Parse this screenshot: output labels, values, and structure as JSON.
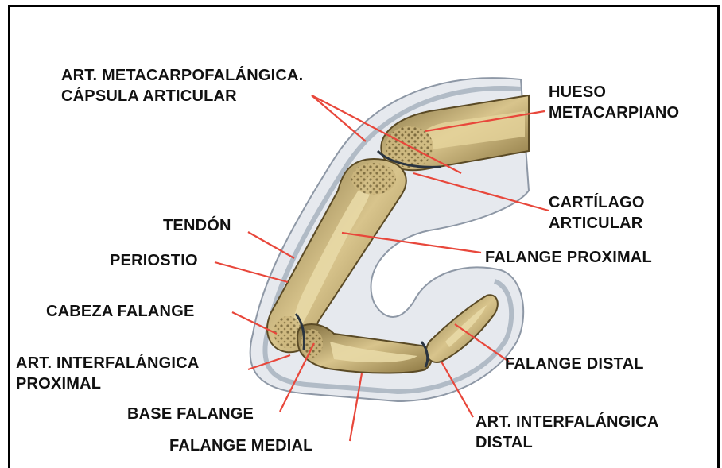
{
  "labels": {
    "metacarpo_1": "ART. METACARPOFALÁNGICA.",
    "metacarpo_2": "CÁPSULA ARTICULAR",
    "hueso_1": "HUESO",
    "hueso_2": "METACARPIANO",
    "cartilago_1": "CARTÍLAGO",
    "cartilago_2": "ARTICULAR",
    "tendon": "TENDÓN",
    "periostio": "PERIOSTIO",
    "falange_proximal": "FALANGE PROXIMAL",
    "cabeza_falange": "CABEZA FALANGE",
    "interfal_prox_1": "ART. INTERFALÁNGICA",
    "interfal_prox_2": "PROXIMAL",
    "falange_distal": "FALANGE DISTAL",
    "base_falange": "BASE FALANGE",
    "interfal_dist_1": "ART. INTERFALÁNGICA",
    "interfal_dist_2": "DISTAL",
    "falange_medial": "FALANGE MEDIAL"
  },
  "colors": {
    "leader_line": "#e8473b",
    "bone": "#c9b27a",
    "bone_dark": "#6b5a30",
    "marrow": "#e8d9a6",
    "soft_tissue": "#d9dde3",
    "capsule": "#a9b4c2"
  }
}
